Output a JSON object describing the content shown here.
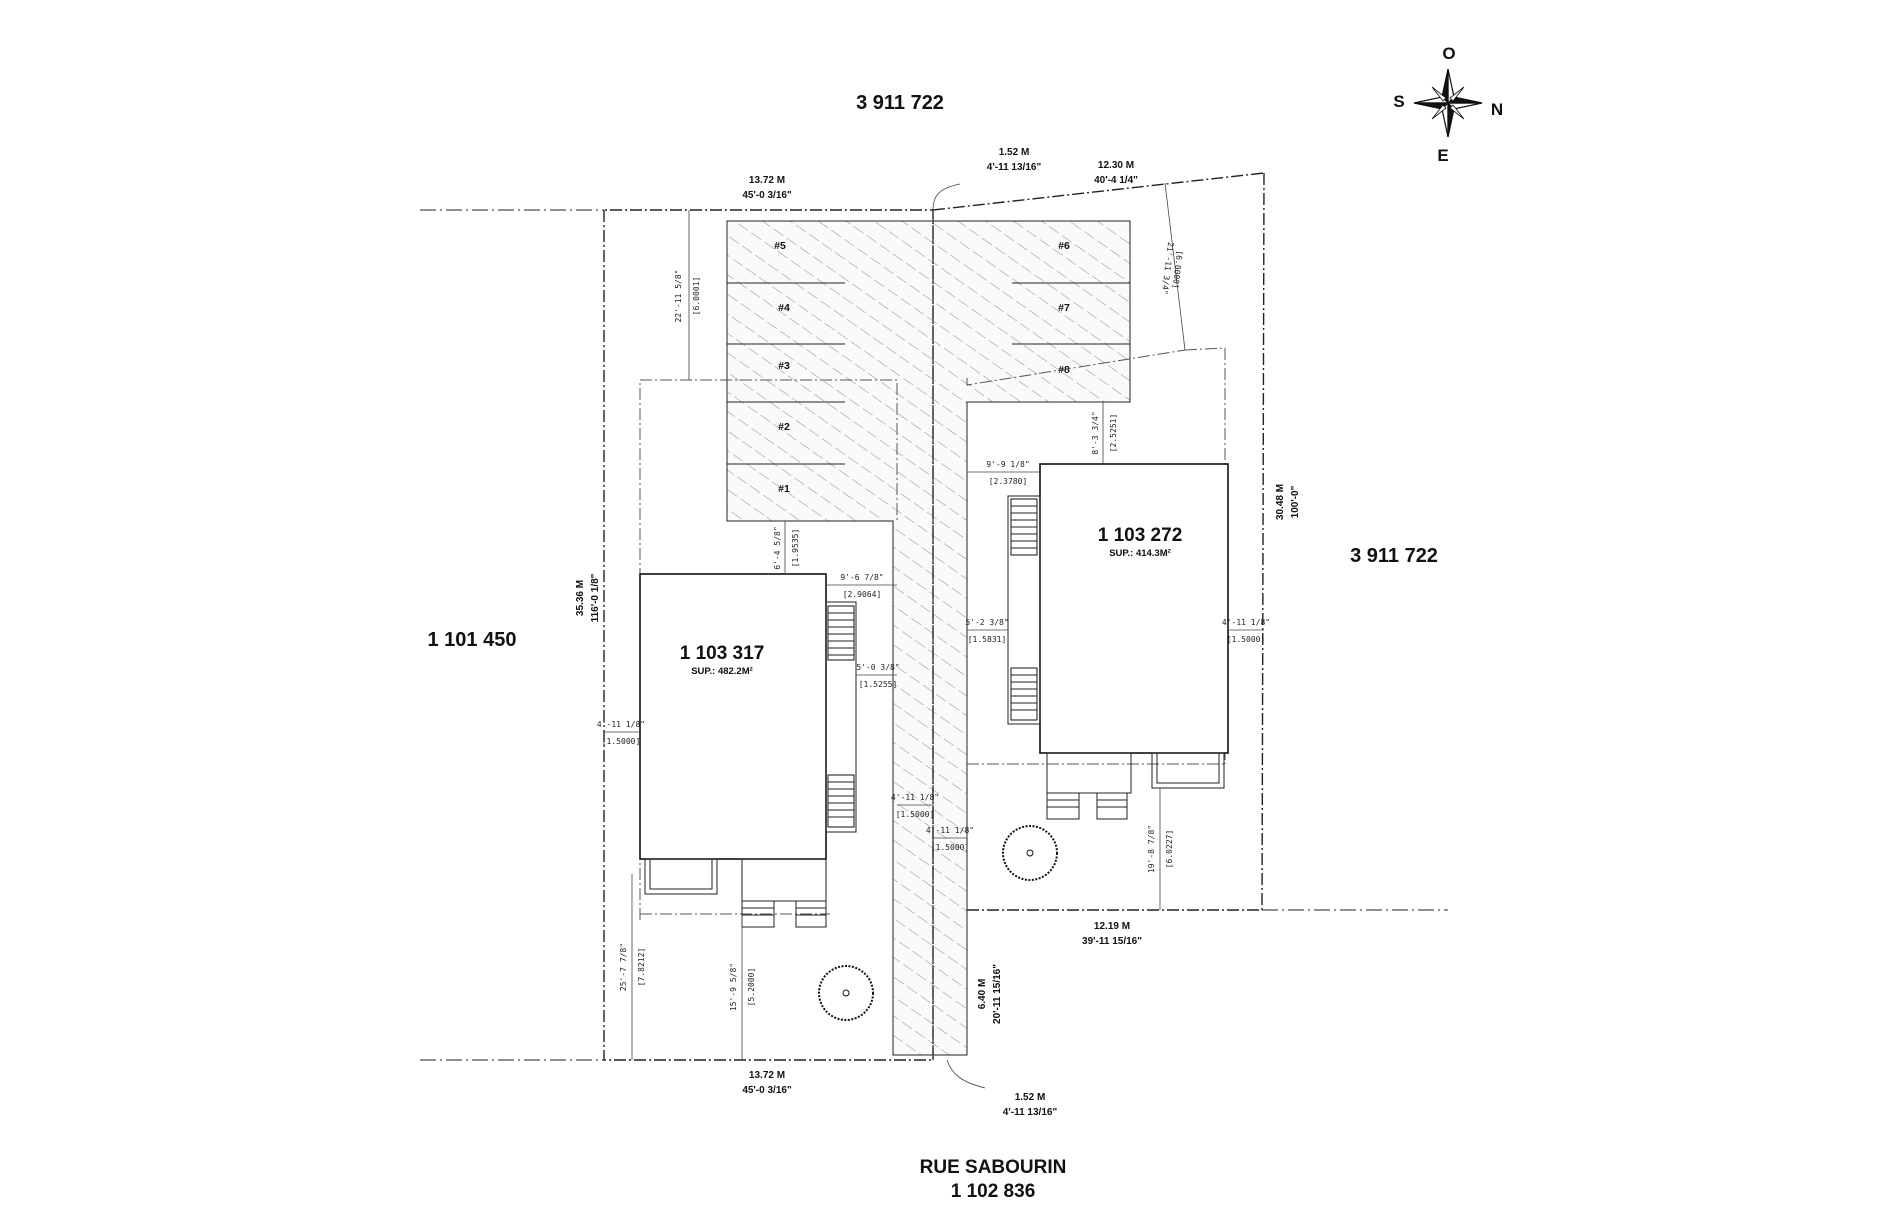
{
  "neighbors": {
    "top": "3 911 722",
    "right": "3 911 722",
    "left": "1 101 450"
  },
  "street": {
    "name": "RUE SABOURIN",
    "lot": "1 102 836"
  },
  "compass": {
    "north": "O",
    "east": "N",
    "south": "E",
    "west": "S"
  },
  "lots": [
    {
      "number": "1 103 317",
      "area": "SUP.: 482.2M²"
    },
    {
      "number": "1 103 272",
      "area": "SUP.: 414.3M²"
    }
  ],
  "parking": {
    "stalls": [
      "#1",
      "#2",
      "#3",
      "#4",
      "#5",
      "#6",
      "#7",
      "#8"
    ]
  },
  "dimensions": {
    "top_left_width_m": "13.72 M",
    "top_left_width_ft": "45'-0 3/16\"",
    "top_lane_m": "1.52 M",
    "top_lane_ft": "4'-11 13/16\"",
    "top_right_width_m": "12.30 M",
    "top_right_width_ft": "40'-4 1/4\"",
    "left_depth_m": "35.36 M",
    "left_depth_ft": "116'-0 1/8\"",
    "right_depth_m": "30.48 M",
    "right_depth_ft": "100'-0\"",
    "bottom_right_width_m": "12.19 M",
    "bottom_right_width_ft": "39'-11 15/16\"",
    "lane_width_m": "6.40 M",
    "lane_width_ft": "20'-11 15/16\"",
    "bottom_left_width_m": "13.72 M",
    "bottom_left_width_ft": "45'-0 3/16\"",
    "bottom_lane_m": "1.52 M",
    "bottom_lane_ft": "4'-11 13/16\""
  },
  "small_dims": {
    "d1_ft": "22'-11 5/8\"",
    "d1_m": "[6.0001]",
    "d2_ft": "6'-4 5/8\"",
    "d2_m": "[1.9535]",
    "d3_ft": "9'-6 7/8\"",
    "d3_m": "[2.9064]",
    "d4_ft": "5'-0 3/8\"",
    "d4_m": "[1.5255]",
    "d5_ft": "4'-11 1/8\"",
    "d5_m": "[1.5000]",
    "d6_ft": "4'-11 1/8\"",
    "d6_m": "[1.5000]",
    "d7_ft": "4'-11 1/8\"",
    "d7_m": "[1.5000]",
    "d8_ft": "25'-7 7/8\"",
    "d8_m": "[7.8212]",
    "d9_ft": "15'-9 5/8\"",
    "d9_m": "[5.2000]",
    "d10_ft": "9'-9 1/8\"",
    "d10_m": "[2.3780]",
    "d11_ft": "8'-3 3/4\"",
    "d11_m": "[2.5251]",
    "d12_ft": "5'-2 3/8\"",
    "d12_m": "[1.5831]",
    "d13_ft": "4'-11 1/8\"",
    "d13_m": "[1.5000]",
    "d14_ft": "19'-8 7/8\"",
    "d14_m": "[6.0227]",
    "d15_ft": "21'-11 3/4\"",
    "d15_m": "[6.0000]"
  }
}
